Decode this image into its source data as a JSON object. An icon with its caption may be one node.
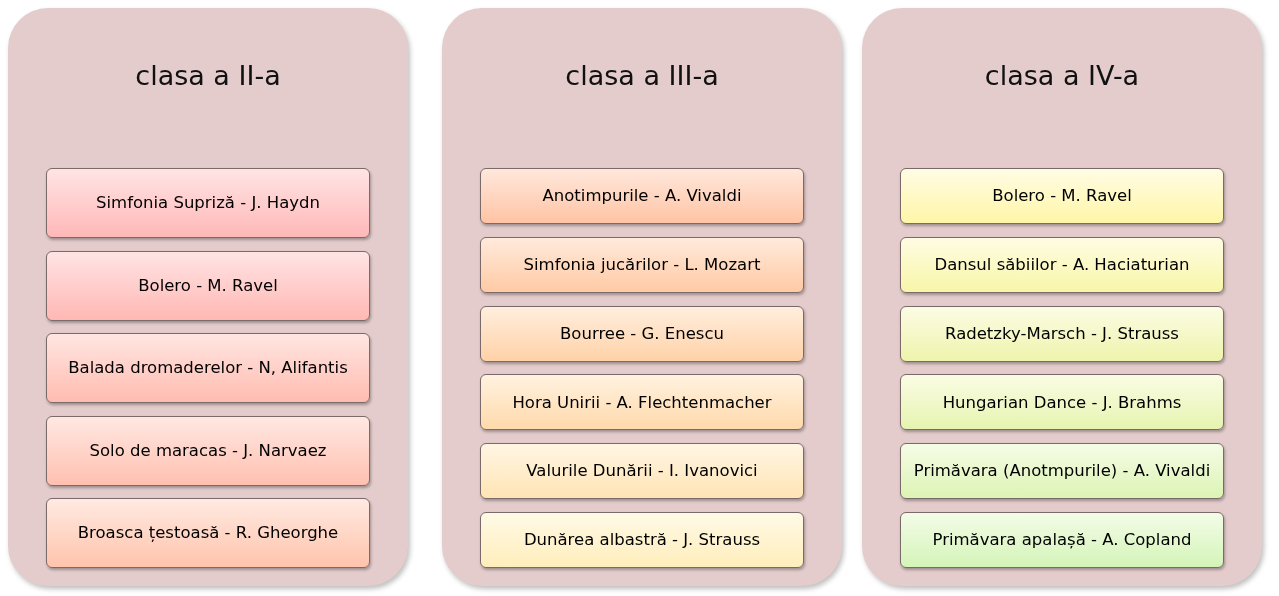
{
  "diagram": {
    "nodes": [
      {
        "text": [
          "clasa a II-a"
        ]
      },
      {
        "text": [
          "Simfonia Supriză - J. Haydn"
        ],
        "in": 0
      },
      {
        "text": [
          "Bolero - M. Ravel"
        ],
        "in": 0
      },
      {
        "text": [
          "Balada dromaderelor - N, Alifantis"
        ],
        "in": 0
      },
      {
        "text": [
          "Solo de maracas - J. Narvaez"
        ],
        "in": 0
      },
      {
        "text": [
          "Broasca țestoasă - R. Gheorghe"
        ],
        "in": 0
      },
      {
        "text": [
          "clasa a III-a"
        ]
      },
      {
        "text": [
          "Anotimpurile - A. Vivaldi"
        ],
        "in": 6
      },
      {
        "text": [
          "Simfonia jucărilor - L. Mozart"
        ],
        "in": 6
      },
      {
        "text": [
          "Bourree - G. Enescu"
        ],
        "in": 6
      },
      {
        "text": [
          "Hora Unirii - A. Flechtenmacher"
        ],
        "in": 6
      },
      {
        "text": [
          "Valurile Dunării - I. Ivanovici"
        ],
        "in": 6
      },
      {
        "text": [
          "Dunărea albastră - J. Strauss"
        ],
        "in": 6
      },
      {
        "text": [
          "clasa a IV-a"
        ]
      },
      {
        "text": [
          "Bolero - M. Ravel"
        ],
        "in": 13
      },
      {
        "text": [
          "Dansul săbiilor - A. Haciaturian"
        ],
        "in": 13
      },
      {
        "text": [
          "Radetzky-Marsch - J. Strauss"
        ],
        "in": 13
      },
      {
        "text": [
          "Hungarian Dance - J. Brahms"
        ],
        "in": 13
      },
      {
        "text": [
          "Primăvara (Anotmpurile) - A. Vivaldi"
        ],
        "in": 13
      },
      {
        "text": [
          "Primăvara apalașă - A. Copland"
        ],
        "in": 13
      }
    ],
    "edges": []
  }
}
